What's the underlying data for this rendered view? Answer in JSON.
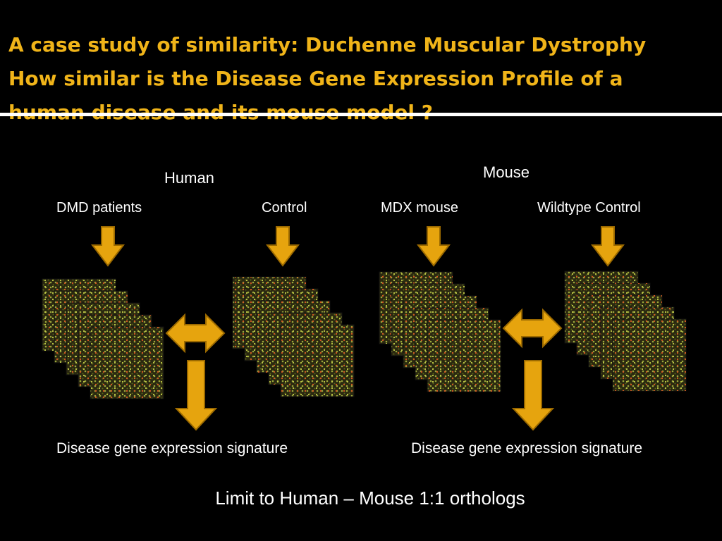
{
  "slide": {
    "title_lines": [
      "A case study of similarity: Duchenne Muscular Dystrophy",
      "How similar is the Disease Gene Expression Profile of a",
      "human disease and its mouse model ?"
    ],
    "groups": {
      "human": "Human",
      "mouse": "Mouse"
    },
    "samples": {
      "dmd_patients": "DMD patients",
      "control": "Control",
      "mdx_mouse": "MDX mouse",
      "wildtype_control": "Wildtype Control"
    },
    "signatures": {
      "human": "Disease gene expression signature",
      "mouse": "Disease gene expression signature"
    },
    "footer": "Limit to Human – Mouse 1:1 orthologs",
    "colors": {
      "title": "#f0b419",
      "arrow_fill": "#e6a40e",
      "arrow_stroke": "#9c6a00",
      "microarray_bg": "#2a2810"
    }
  }
}
